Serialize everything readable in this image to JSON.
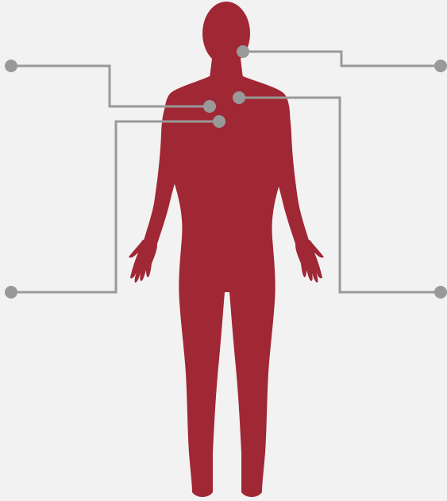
{
  "colors": {
    "background": "#f2f2f2",
    "body": "#a02734",
    "connector": "#999999"
  },
  "figure": {
    "subject": "human-body-silhouette"
  },
  "callouts": [
    {
      "id": "neck",
      "side": "right"
    },
    {
      "id": "upper-chest-left",
      "side": "left"
    },
    {
      "id": "upper-chest-right",
      "side": "right"
    },
    {
      "id": "chest-center",
      "side": "left"
    }
  ]
}
